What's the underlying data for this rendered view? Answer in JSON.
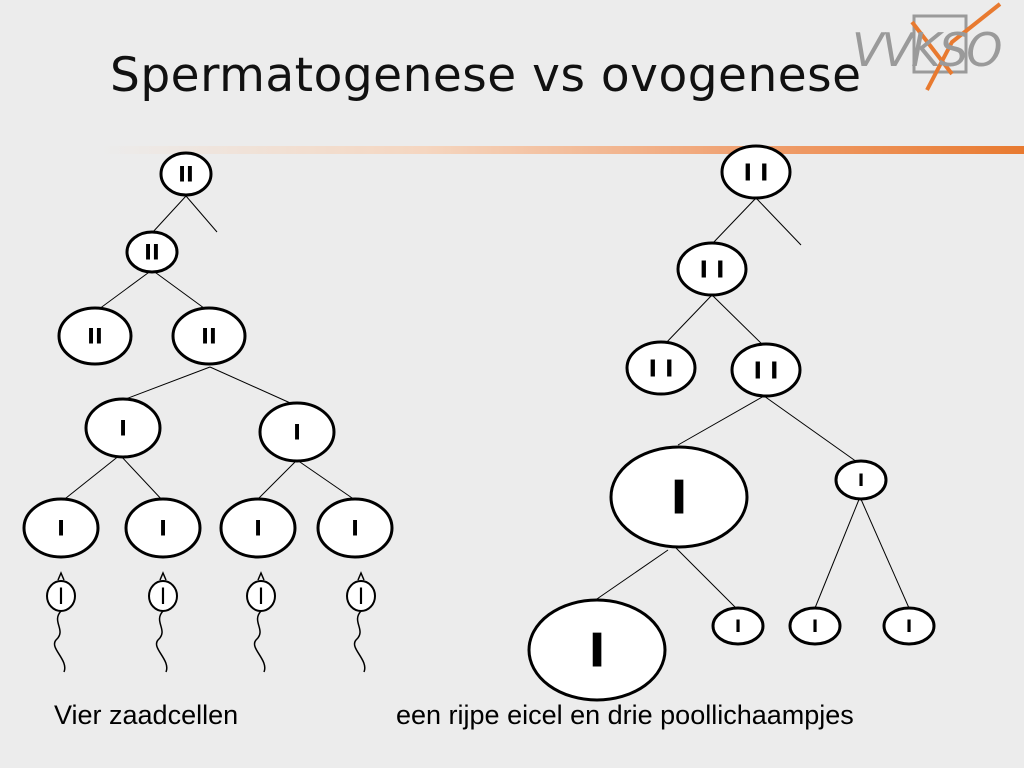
{
  "slide": {
    "title": "Spermatogenese vs ovogenese",
    "logo_text": "VVKSO"
  },
  "spermatogenesis": {
    "caption": "Vier zaadcellen",
    "cell_labels": {
      "diploid": "II",
      "haploid": "I",
      "sperm": "I"
    }
  },
  "oogenesis": {
    "caption": "een rijpe eicel en drie poollichaampjes",
    "cell_labels": {
      "diploid": "I I",
      "haploid": "I",
      "polar_body": "I"
    }
  },
  "colors": {
    "background": "#ececec",
    "accent": "#e87a30",
    "logo_gray": "#9a9a9a"
  }
}
